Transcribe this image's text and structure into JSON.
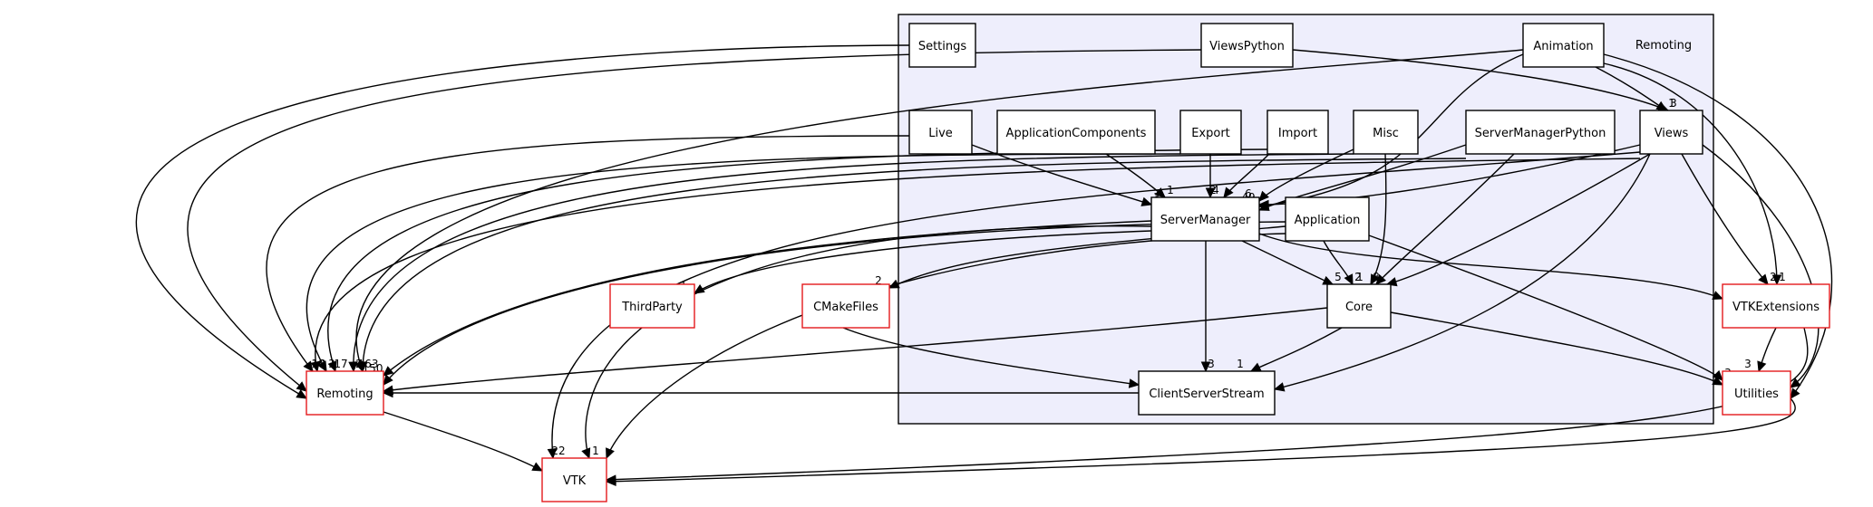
{
  "cluster": {
    "title": "Remoting"
  },
  "nodes": [
    {
      "id": "Settings",
      "label": "Settings",
      "inside": true
    },
    {
      "id": "ViewsPython",
      "label": "ViewsPython",
      "inside": true
    },
    {
      "id": "Animation",
      "label": "Animation",
      "inside": true
    },
    {
      "id": "Live",
      "label": "Live",
      "inside": true
    },
    {
      "id": "ApplicationComponents",
      "label": "ApplicationComponents",
      "inside": true
    },
    {
      "id": "Export",
      "label": "Export",
      "inside": true
    },
    {
      "id": "Import",
      "label": "Import",
      "inside": true
    },
    {
      "id": "Misc",
      "label": "Misc",
      "inside": true
    },
    {
      "id": "ServerManagerPython",
      "label": "ServerManagerPython",
      "inside": true
    },
    {
      "id": "Views",
      "label": "Views",
      "inside": true
    },
    {
      "id": "ServerManager",
      "label": "ServerManager",
      "inside": true
    },
    {
      "id": "Application",
      "label": "Application",
      "inside": true
    },
    {
      "id": "Core",
      "label": "Core",
      "inside": true
    },
    {
      "id": "ClientServerStream",
      "label": "ClientServerStream",
      "inside": true
    },
    {
      "id": "ThirdParty",
      "label": "ThirdParty",
      "inside": false
    },
    {
      "id": "CMakeFiles",
      "label": "CMakeFiles",
      "inside": false
    },
    {
      "id": "VTKExtensions",
      "label": "VTKExtensions",
      "inside": false
    },
    {
      "id": "Utilities",
      "label": "Utilities",
      "inside": false
    },
    {
      "id": "RemotingExt",
      "label": "Remoting",
      "inside": false
    },
    {
      "id": "VTK",
      "label": "VTK",
      "inside": false
    }
  ],
  "edges": [
    {
      "from": "Settings",
      "to": "RemotingExt",
      "label": "2"
    },
    {
      "from": "ViewsPython",
      "to": "RemotingExt",
      "label": ""
    },
    {
      "from": "ViewsPython",
      "to": "Views",
      "label": "3"
    },
    {
      "from": "Animation",
      "to": "Views",
      "label": "1"
    },
    {
      "from": "Animation",
      "to": "ServerManager",
      "label": ""
    },
    {
      "from": "Animation",
      "to": "VTKExtensions",
      "label": "1"
    },
    {
      "from": "Animation",
      "to": "Utilities",
      "label": ""
    },
    {
      "from": "Animation",
      "to": "RemotingExt",
      "label": ""
    },
    {
      "from": "Live",
      "to": "ServerManager",
      "label": "3"
    },
    {
      "from": "Live",
      "to": "RemotingExt",
      "label": "10"
    },
    {
      "from": "ApplicationComponents",
      "to": "ServerManager",
      "label": "1"
    },
    {
      "from": "Export",
      "to": "ServerManager",
      "label": "4"
    },
    {
      "from": "Export",
      "to": "RemotingExt",
      "label": "3"
    },
    {
      "from": "Import",
      "to": "ServerManager",
      "label": "2"
    },
    {
      "from": "Import",
      "to": "RemotingExt",
      "label": "17"
    },
    {
      "from": "Misc",
      "to": "ServerManager",
      "label": "6"
    },
    {
      "from": "Misc",
      "to": "Core",
      "label": "1"
    },
    {
      "from": "Misc",
      "to": "RemotingExt",
      "label": "2"
    },
    {
      "from": "ServerManagerPython",
      "to": "ServerManager",
      "label": ""
    },
    {
      "from": "ServerManagerPython",
      "to": "Core",
      "label": ""
    },
    {
      "from": "ServerManagerPython",
      "to": "RemotingExt",
      "label": "163"
    },
    {
      "from": "Views",
      "to": "ServerManager",
      "label": "49"
    },
    {
      "from": "Views",
      "to": "Core",
      "label": "8"
    },
    {
      "from": "Views",
      "to": "ClientServerStream",
      "label": "2"
    },
    {
      "from": "Views",
      "to": "VTKExtensions",
      "label": "2"
    },
    {
      "from": "Views",
      "to": "Utilities",
      "label": ""
    },
    {
      "from": "Views",
      "to": "VTK",
      "label": "22"
    },
    {
      "from": "Views",
      "to": "RemotingExt",
      "label": "9"
    },
    {
      "from": "ServerManager",
      "to": "Core",
      "label": "5"
    },
    {
      "from": "ServerManager",
      "to": "ClientServerStream",
      "label": "3"
    },
    {
      "from": "ServerManager",
      "to": "ThirdParty",
      "label": "1"
    },
    {
      "from": "ServerManager",
      "to": "VTKExtensions",
      "label": "3"
    },
    {
      "from": "ServerManager",
      "to": "RemotingExt",
      "label": "150"
    },
    {
      "from": "ServerManager",
      "to": "VTK",
      "label": ""
    },
    {
      "from": "Application",
      "to": "Core",
      "label": "2"
    },
    {
      "from": "Application",
      "to": "CMakeFiles",
      "label": "2"
    },
    {
      "from": "Application",
      "to": "Utilities",
      "label": "3"
    },
    {
      "from": "Application",
      "to": "VTK",
      "label": "1"
    },
    {
      "from": "Application",
      "to": "RemotingExt",
      "label": ""
    },
    {
      "from": "Core",
      "to": "ClientServerStream",
      "label": "1"
    },
    {
      "from": "Core",
      "to": "Utilities",
      "label": ""
    },
    {
      "from": "Core",
      "to": "RemotingExt",
      "label": ""
    },
    {
      "from": "CMakeFiles",
      "to": "ClientServerStream",
      "label": "1"
    },
    {
      "from": "ClientServerStream",
      "to": "RemotingExt",
      "label": "2"
    },
    {
      "from": "VTKExtensions",
      "to": "Utilities",
      "label": "3"
    },
    {
      "from": "VTKExtensions",
      "to": "VTK",
      "label": "1"
    },
    {
      "from": "RemotingExt",
      "to": "VTK",
      "label": "18"
    },
    {
      "from": "Utilities",
      "to": "VTK",
      "label": "1"
    }
  ],
  "colors": {
    "cluster_fill": "#eeeefc",
    "cluster_stroke": "#000000",
    "inside_node_stroke": "#000000",
    "external_node_stroke": "#e41a1c",
    "node_fill": "#ffffff",
    "edge": "#000000"
  }
}
